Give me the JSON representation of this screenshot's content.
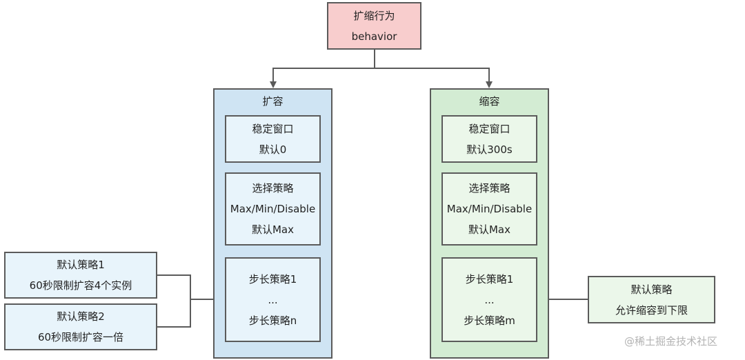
{
  "root": {
    "line1": "扩缩行为",
    "line2": "behavior"
  },
  "scale_up": {
    "title": "扩容",
    "stabilization": {
      "line1": "稳定窗口",
      "line2": "默认0"
    },
    "select_policy": {
      "line1": "选择策略",
      "line2": "Max/Min/Disable",
      "line3": "默认Max"
    },
    "step_policy": {
      "line1": "步长策略1",
      "line2": "...",
      "line3": "步长策略n"
    },
    "default_policies": [
      {
        "line1": "默认策略1",
        "line2": "60秒限制扩容4个实例"
      },
      {
        "line1": "默认策略2",
        "line2": "60秒限制扩容一倍"
      }
    ]
  },
  "scale_down": {
    "title": "缩容",
    "stabilization": {
      "line1": "稳定窗口",
      "line2": "默认300s"
    },
    "select_policy": {
      "line1": "选择策略",
      "line2": "Max/Min/Disable",
      "line3": "默认Max"
    },
    "step_policy": {
      "line1": "步长策略1",
      "line2": "...",
      "line3": "步长策略m"
    },
    "default_policy": {
      "line1": "默认策略",
      "line2": "允许缩容到下限"
    }
  },
  "watermark": "@稀土掘金技术社区",
  "colors": {
    "root_fill": "#f8cdcd",
    "scale_up_fill": "#cfe4f3",
    "scale_down_fill": "#d3ecd3",
    "border": "#5a5a5a"
  }
}
